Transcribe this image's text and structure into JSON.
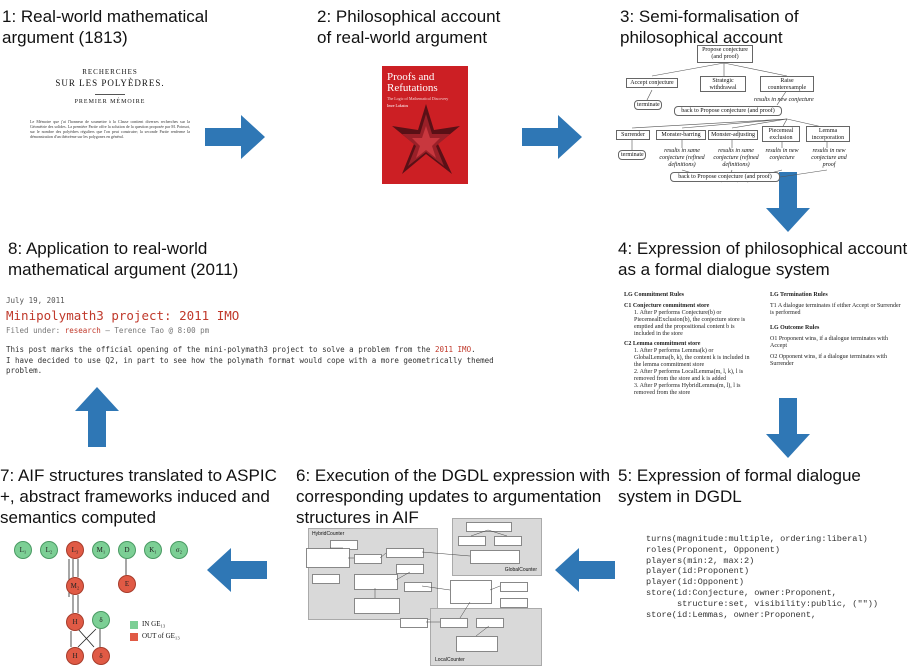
{
  "colors": {
    "arrow": "#2f77b5",
    "book": "#cc1f24",
    "in_node": "#7ccf95",
    "out_node": "#e05a45"
  },
  "captions": {
    "c1": "1: Real-world mathematical\nargument (1813)",
    "c2": "2: Philosophical account\nof real-world argument",
    "c3": "3: Semi-formalisation of\nphilosophical account",
    "c4": "4: Expression of philosophical account\nas a formal dialogue system",
    "c5": "5: Expression of formal dialogue\nsystem in DGDL",
    "c6": "6: Execution of the DGDL expression with\ncorresponding updates to argumentation\nstructures in AIF",
    "c7": "7: AIF structures translated to ASPIC\n+, abstract frameworks induced and\nsemantics computed",
    "c8": "8: Application to real-world\nmathematical argument (2011)"
  },
  "panel1": {
    "title1": "RECHERCHES",
    "title2": "SUR LES POLYÈDRES.",
    "memoire": "PREMIER MÉMOIRE",
    "body": "Le Mémoire que j'ai l'honneur de soumettre à la Classe contient diverses recherches sur la Géométrie des solides. La première Partie offre la solution de la question proposée par M. Poinsot, sur le nombre des polyèdres réguliers que l'on peut construire; la seconde Partie renferme la démonstration d'un théorème sur les polygones en général."
  },
  "panel2": {
    "book_title": "Proofs and Refutations",
    "book_subtitle": "The Logic of Mathematical Discovery",
    "author": "Imre Lakatos"
  },
  "panel3": {
    "nodes": [
      "Propose conjecture (and proof)",
      "Accept conjecture",
      "Strategic withdrawal",
      "Raise counterexample",
      "terminate",
      "back to Propose conjecture (and proof)",
      "Surrender",
      "Monster-barring",
      "Monster-adjusting",
      "Piecemeal exclusion",
      "Lemma incorporation",
      "terminate",
      "back to Propose conjecture (and proof)"
    ],
    "labels": [
      "results in new conjecture",
      "results in same conjecture (refined definitions)",
      "results in same conjecture (refined definitions)",
      "results in new conjecture",
      "results in new conjecture and proof"
    ]
  },
  "panel4": {
    "left_head": "LG Commitment Rules",
    "c1": "C1 Conjecture commitment store",
    "c1_items": [
      "1. After P performs Conjecture(b) or PiecemealExclusion(b), the conjecture store is emptied and the propositional content b is included in the store"
    ],
    "c2": "C2 Lemma commitment store",
    "c2_items": [
      "1. After P performs Lemma(k) or GlobalLemma(b, k), the content k is included in the lemma commitment store",
      "2. After P performs LocalLemma(m, l, k), l is removed from the store and k is added",
      "3. After P performs HybridLemma(m, l), l is removed from the store"
    ],
    "right_head": "LG Termination Rules",
    "t1": "T1 A dialogue terminates if either Accept or Surrender is performed",
    "outcome_head": "LG Outcome Rules",
    "o1": "O1 Proponent wins, if a dialogue terminates with Accept",
    "o2": "O2 Opponent wins, if a dialogue terminates with Surrender"
  },
  "panel5": {
    "code": "turns(magnitude:multiple, ordering:liberal)\nroles(Proponent, Opponent)\nplayers(min:2, max:2)\nplayer(id:Proponent)\nplayer(id:Opponent)\nstore(id:Conjecture, owner:Proponent,\n      structure:set, visibility:public, (\"\"))\nstore(id:Lemmas, owner:Proponent,"
  },
  "panel6": {
    "hybrid": "HybridCounter",
    "global": "GlobalCounter",
    "local": "LocalCounter"
  },
  "panel7": {
    "top_nodes": [
      "L₁",
      "L₂",
      "L₃",
      "M₁",
      "D",
      "K₁",
      "σ₂"
    ],
    "mid_nodes": [
      "M₂",
      "E"
    ],
    "low_nodes": [
      "H",
      "δ"
    ],
    "bottom_nodes": [
      "H",
      "δ"
    ],
    "legend_in": "IN GE₁₃",
    "legend_out": "OUT of GE₁₃"
  },
  "panel8": {
    "date": "July 19, 2011",
    "title": "Minipolymath3 project: 2011 IMO",
    "filed": "Filed under: ",
    "filed_link": "research",
    "filed_rest": " — Terence Tao @ 8:00 pm",
    "p1_a": "This post marks the official opening of the mini-polymath3 project to solve a problem from the ",
    "p1_link": "2011 IMO",
    "p1_b": ".",
    "p2": "I have decided to use Q2, in part to see how the polymath format would cope with a more geometrically themed problem."
  }
}
